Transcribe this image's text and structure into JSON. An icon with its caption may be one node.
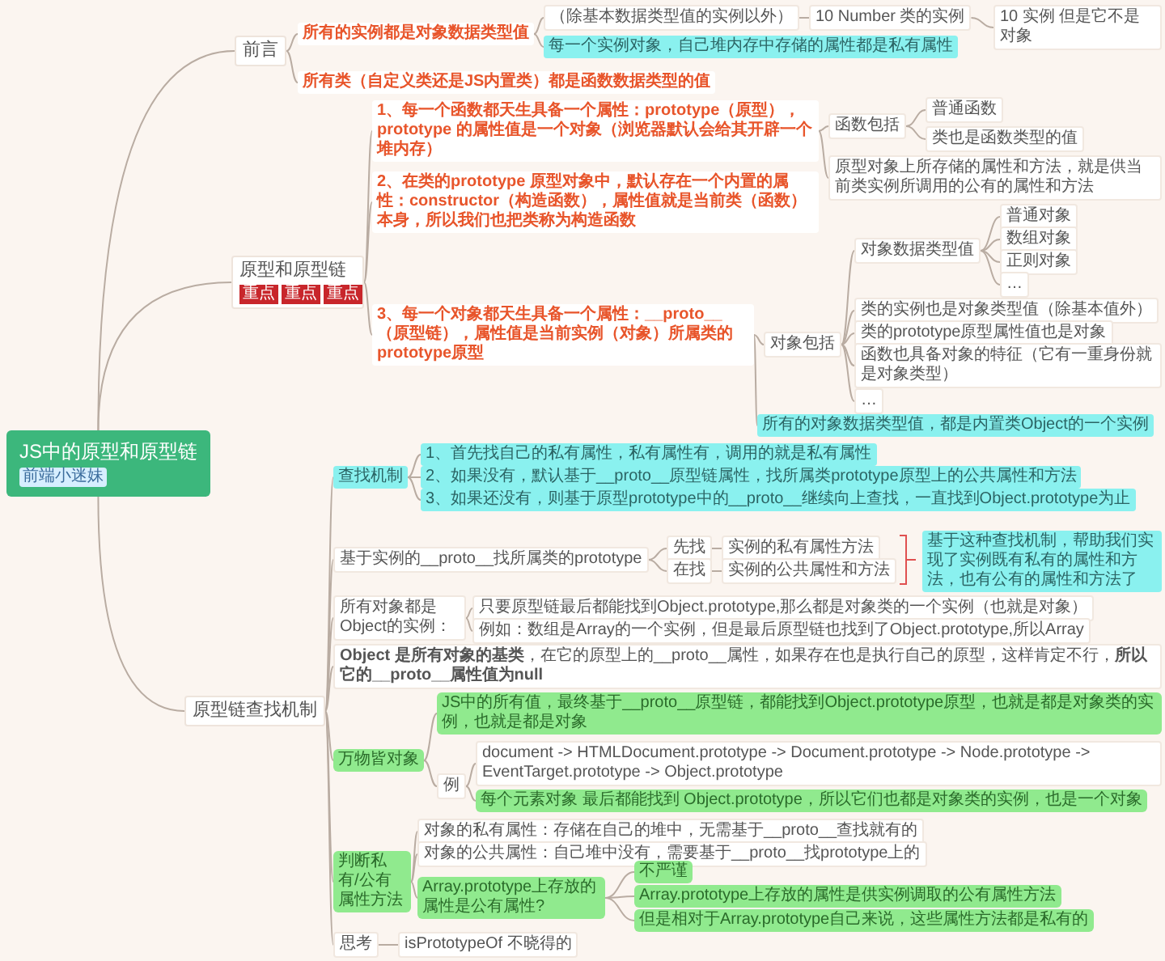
{
  "diagram": {
    "nodes": [
      {
        "text": [
          "JS中的原型和原型链",
          "前端小迷妹"
        ]
      },
      {
        "text": [
          "前言"
        ]
      },
      {
        "text": [
          "所有的实例都是对象数据类型值"
        ]
      },
      {
        "text": [
          "（除基本数据类型值的实例以外）"
        ]
      },
      {
        "text": [
          "10 Number 类的实例"
        ]
      },
      {
        "text": [
          "10 实例 但是它不是对象"
        ]
      },
      {
        "text": [
          "每一个实例对象，自己堆内存中存储的属性都是私有属性"
        ]
      },
      {
        "text": [
          "所有类（自定义类还是JS内置类）都是函数数据类型的值"
        ]
      },
      {
        "text": [
          "原型和原型链",
          "重点",
          "重点",
          "重点"
        ]
      },
      {
        "text": [
          "1、每一个函数都天生具备一个属性：prototype（原型），prototype 的属性值是一个对象（浏览器默认会给其开辟一个堆内存）"
        ]
      },
      {
        "text": [
          "函数包括"
        ]
      },
      {
        "text": [
          "普通函数"
        ]
      },
      {
        "text": [
          "类也是函数类型的值"
        ]
      },
      {
        "text": [
          "原型对象上所存储的属性和方法，就是供当前类实例所调用的公有的属性和方法"
        ]
      },
      {
        "text": [
          "2、在类的prototype 原型对象中，默认存在一个内置的属性：constructor（构造函数），属性值就是当前类（函数）本身，所以我们也把类称为构造函数"
        ]
      },
      {
        "text": [
          "3、每一个对象都天生具备一个属性：__proto__（原型链），属性值是当前实例（对象）所属类的prototype原型"
        ]
      },
      {
        "text": [
          "对象包括"
        ]
      },
      {
        "text": [
          "对象数据类型值"
        ]
      },
      {
        "text": [
          "普通对象"
        ]
      },
      {
        "text": [
          "数组对象"
        ]
      },
      {
        "text": [
          "正则对象"
        ]
      },
      {
        "text": [
          "…"
        ]
      },
      {
        "text": [
          "类的实例也是对象类型值（除基本值外）"
        ]
      },
      {
        "text": [
          "类的prototype原型属性值也是对象"
        ]
      },
      {
        "text": [
          "函数也具备对象的特征（它有一重身份就是对象类型）"
        ]
      },
      {
        "text": [
          "…"
        ]
      },
      {
        "text": [
          "所有的对象数据类型值，都是内置类Object的一个实例"
        ]
      },
      {
        "text": [
          "原型链查找机制"
        ]
      },
      {
        "text": [
          "查找机制"
        ]
      },
      {
        "text": [
          "1、首先找自己的私有属性，私有属性有，调用的就是私有属性"
        ]
      },
      {
        "text": [
          "2、如果没有，默认基于__proto__原型链属性，找所属类prototype原型上的公共属性和方法"
        ]
      },
      {
        "text": [
          "3、如果还没有，则基于原型prototype中的__proto__继续向上查找，一直找到Object.prototype为止"
        ]
      },
      {
        "text": [
          "基于实例的__proto__找所属类的prototype"
        ]
      },
      {
        "text": [
          "先找"
        ]
      },
      {
        "text": [
          "实例的私有属性方法"
        ]
      },
      {
        "text": [
          "在找"
        ]
      },
      {
        "text": [
          "实例的公共属性和方法"
        ]
      },
      {
        "text": [
          "基于这种查找机制，帮助我们实现了实例既有私有的属性和方法，也有公有的属性和方法了"
        ]
      },
      {
        "text": [
          "所有对象都是Object的实例："
        ]
      },
      {
        "text": [
          "只要原型链最后都能找到Object.prototype,那么都是对象类的一个实例（也就是对象）"
        ]
      },
      {
        "text": [
          "例如：数组是Array的一个实例，但是最后原型链也找到了Object.prototype,所以Array"
        ]
      },
      {
        "text": [
          "**Object 是所有对象的基类**，在它的原型上的__proto__属性，如果存在也是执行自己的原型，这样肯定不行，**所以它的__proto__属性值为null**"
        ]
      },
      {
        "text": [
          "万物皆对象"
        ]
      },
      {
        "text": [
          "JS中的所有值，最终基于__proto__原型链，都能找到Object.prototype原型，也就是都是对象类的实例，也就是都是对象"
        ]
      },
      {
        "text": [
          "例"
        ]
      },
      {
        "text": [
          "document -> HTMLDocument.prototype -> Document.prototype -> Node.prototype -> EventTarget.prototype -> Object.prototype"
        ]
      },
      {
        "text": [
          "每个元素对象 最后都能找到 Object.prototype，所以它们也都是对象类的实例，也是一个对象"
        ]
      },
      {
        "text": [
          "判断私有/公有属性方法"
        ]
      },
      {
        "text": [
          "对象的私有属性：存储在自己的堆中，无需基于__proto__查找就有的"
        ]
      },
      {
        "text": [
          "对象的公共属性：自己堆中没有，需要基于__proto__找prototype上的"
        ]
      },
      {
        "text": [
          "Array.prototype上存放的属性是公有属性?"
        ]
      },
      {
        "text": [
          "不严谨"
        ]
      },
      {
        "text": [
          "Array.prototype上存放的属性是供实例调取的公有属性方法"
        ]
      },
      {
        "text": [
          "但是相对于Array.prototype自己来说，这些属性方法都是私有的"
        ]
      },
      {
        "text": [
          "思考"
        ]
      },
      {
        "text": [
          "isPrototypeOf 不晓得的"
        ]
      }
    ],
    "edges": [
      {
        "from": 0,
        "to": 1,
        "arrow": "none"
      },
      {
        "from": 0,
        "to": 8,
        "arrow": "none"
      },
      {
        "from": 0,
        "to": 27,
        "arrow": "none"
      },
      {
        "from": 1,
        "to": 2,
        "arrow": "none"
      },
      {
        "from": 1,
        "to": 7,
        "arrow": "none"
      },
      {
        "from": 2,
        "to": 3,
        "arrow": "none"
      },
      {
        "from": 2,
        "to": 6,
        "arrow": "none"
      },
      {
        "from": 3,
        "to": 4,
        "arrow": "none"
      },
      {
        "from": 4,
        "to": 5,
        "arrow": "none"
      },
      {
        "from": 8,
        "to": 9,
        "arrow": "none"
      },
      {
        "from": 8,
        "to": 14,
        "arrow": "none"
      },
      {
        "from": 8,
        "to": 15,
        "arrow": "none"
      },
      {
        "from": 9,
        "to": 10,
        "arrow": "none"
      },
      {
        "from": 9,
        "to": 13,
        "arrow": "none"
      },
      {
        "from": 10,
        "to": 11,
        "arrow": "none"
      },
      {
        "from": 10,
        "to": 12,
        "arrow": "none"
      },
      {
        "from": 15,
        "to": 16,
        "arrow": "none"
      },
      {
        "from": 15,
        "to": 26,
        "arrow": "none"
      },
      {
        "from": 16,
        "to": 17,
        "arrow": "none"
      },
      {
        "from": 16,
        "to": 22,
        "arrow": "none"
      },
      {
        "from": 16,
        "to": 23,
        "arrow": "none"
      },
      {
        "from": 16,
        "to": 24,
        "arrow": "none"
      },
      {
        "from": 16,
        "to": 25,
        "arrow": "none"
      },
      {
        "from": 17,
        "to": 18,
        "arrow": "none"
      },
      {
        "from": 17,
        "to": 19,
        "arrow": "none"
      },
      {
        "from": 17,
        "to": 20,
        "arrow": "none"
      },
      {
        "from": 17,
        "to": 21,
        "arrow": "none"
      },
      {
        "from": 27,
        "to": 28,
        "arrow": "none"
      },
      {
        "from": 27,
        "to": 32,
        "arrow": "none"
      },
      {
        "from": 27,
        "to": 38,
        "arrow": "none"
      },
      {
        "from": 27,
        "to": 41,
        "arrow": "none"
      },
      {
        "from": 27,
        "to": 42,
        "arrow": "none"
      },
      {
        "from": 27,
        "to": 47,
        "arrow": "none"
      },
      {
        "from": 27,
        "to": 54,
        "arrow": "none"
      },
      {
        "from": 28,
        "to": 29,
        "arrow": "none"
      },
      {
        "from": 28,
        "to": 30,
        "arrow": "none"
      },
      {
        "from": 28,
        "to": 31,
        "arrow": "none"
      },
      {
        "from": 32,
        "to": 33,
        "arrow": "none"
      },
      {
        "from": 32,
        "to": 35,
        "arrow": "none"
      },
      {
        "from": 33,
        "to": 34,
        "arrow": "none"
      },
      {
        "from": 35,
        "to": 36,
        "arrow": "none"
      },
      {
        "from": 38,
        "to": 39,
        "arrow": "none"
      },
      {
        "from": 38,
        "to": 40,
        "arrow": "none"
      },
      {
        "from": 42,
        "to": 43,
        "arrow": "none"
      },
      {
        "from": 42,
        "to": 44,
        "arrow": "none"
      },
      {
        "from": 44,
        "to": 45,
        "arrow": "none"
      },
      {
        "from": 44,
        "to": 46,
        "arrow": "none"
      },
      {
        "from": 47,
        "to": 48,
        "arrow": "none"
      },
      {
        "from": 47,
        "to": 49,
        "arrow": "none"
      },
      {
        "from": 47,
        "to": 50,
        "arrow": "none"
      },
      {
        "from": 50,
        "to": 51,
        "arrow": "none"
      },
      {
        "from": 50,
        "to": 52,
        "arrow": "none"
      },
      {
        "from": 50,
        "to": 53,
        "arrow": "none"
      },
      {
        "from": 54,
        "to": 55,
        "arrow": "none"
      }
    ]
  }
}
